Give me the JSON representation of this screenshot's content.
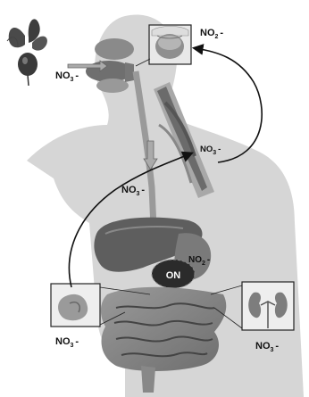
{
  "labels": {
    "no3": "NO",
    "no3_sub": "3",
    "no3_charge": "-",
    "no2": "NO",
    "no2_sub": "2",
    "no2_charge": "-",
    "on": "ON"
  },
  "colors": {
    "body_silhouette": "#d6d6d6",
    "organ_dark": "#555555",
    "organ_mid": "#8a8a8a",
    "organ_light": "#b3b3b3",
    "inset_border": "#222222",
    "arrow": "#111111"
  },
  "icons": [
    "beetroot-icon",
    "arrowhead-icon"
  ]
}
